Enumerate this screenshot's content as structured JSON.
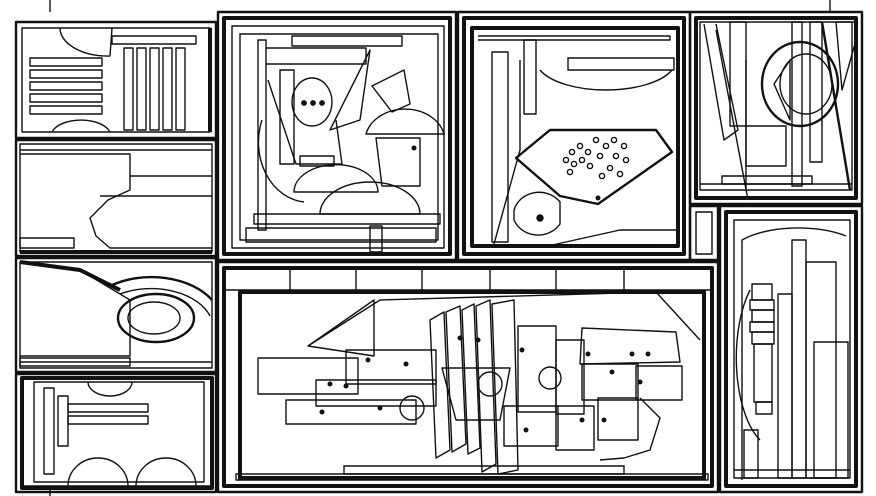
{
  "artwork": {
    "palette": {
      "ink": "#111111",
      "paper": "#ffffff"
    },
    "panels": [
      "panel-top-left-comb",
      "panel-mid-left-steps",
      "panel-left-spiral",
      "panel-bottom-left-arches",
      "panel-center-face",
      "panel-center-diamond",
      "panel-right-wedges",
      "panel-right-tall-column",
      "panel-bottom-center-landscape"
    ]
  }
}
